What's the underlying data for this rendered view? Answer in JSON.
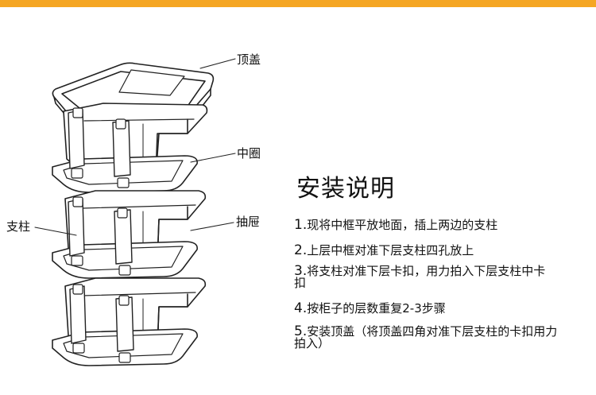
{
  "colors": {
    "accent_bar": "#f5a623",
    "line": "#222222"
  },
  "labels": {
    "top_cover": "顶盖",
    "middle_ring": "中圈",
    "pillar": "支柱",
    "drawer": "抽屉"
  },
  "title": "安装说明",
  "steps": [
    {
      "num": "1.",
      "text": "现将中框平放地面，插上两边的支柱"
    },
    {
      "num": "2.",
      "text": "上层中框对准下层支柱四孔放上"
    },
    {
      "num": "3.",
      "text": "将支柱对准下层卡扣，用力拍入下层支柱中卡扣"
    },
    {
      "num": "4.",
      "text": "按柜子的层数重复2-3步骤"
    },
    {
      "num": "5.",
      "text": "安装顶盖（将顶盖四角对准下层支柱的卡扣用力拍入）"
    }
  ]
}
